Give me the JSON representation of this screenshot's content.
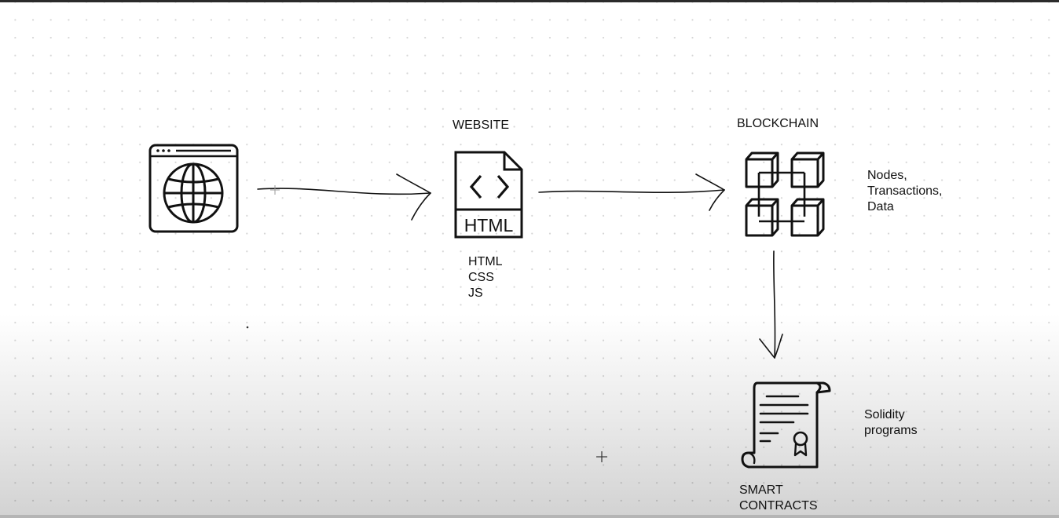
{
  "nodes": {
    "website": {
      "title": "WEBSITE",
      "file_badge": "HTML",
      "stack": [
        "HTML",
        "CSS",
        "JS"
      ]
    },
    "blockchain": {
      "title": "BLOCKCHAIN",
      "notes": [
        "Nodes,",
        "Transactions,",
        "Data"
      ]
    },
    "smart_contracts": {
      "title_lines": [
        "SMART",
        "CONTRACTS"
      ],
      "notes": [
        "Solidity",
        "programs"
      ]
    }
  },
  "colors": {
    "ink": "#111111",
    "dots": "#bdbdbd",
    "top_bar": "#2b2b2b"
  },
  "icons": [
    "browser-globe-icon",
    "html-file-icon",
    "blockchain-cubes-icon",
    "contract-scroll-icon",
    "crosshair-cursor-icon"
  ]
}
